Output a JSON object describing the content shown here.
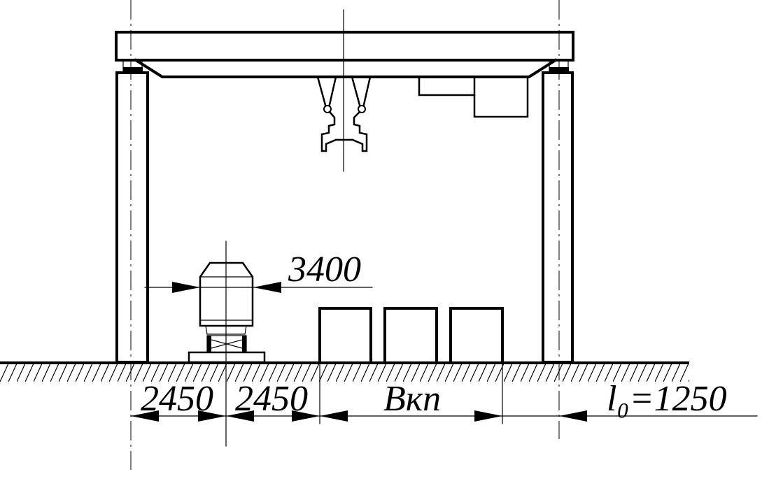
{
  "dimensions": {
    "column_clearance": "3400",
    "offset_left": "2450",
    "offset_right": "2450",
    "crane_span": "Bкп",
    "edge_distance": "l₀=1250"
  }
}
